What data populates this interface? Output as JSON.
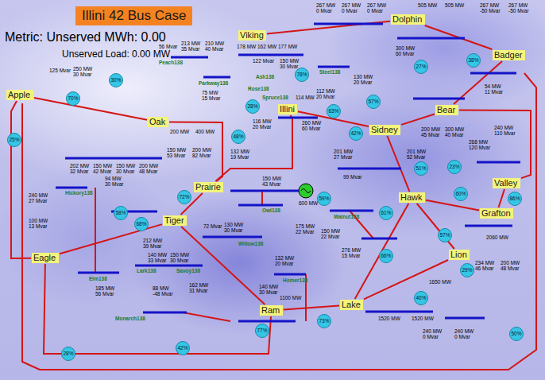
{
  "diagram": {
    "title": "Illini 42 Bus Case",
    "nodes": [
      {
        "text": [
          "Apple"
        ]
      },
      {
        "text": [
          "Viking"
        ]
      },
      {
        "text": [
          "Dolphin"
        ]
      },
      {
        "text": [
          "Oak"
        ]
      },
      {
        "text": [
          "Badger"
        ]
      },
      {
        "text": [
          "Illini"
        ]
      },
      {
        "text": [
          "Bear"
        ]
      },
      {
        "text": [
          "Sidney"
        ]
      },
      {
        "text": [
          "Valley"
        ]
      },
      {
        "text": [
          "Prairie"
        ]
      },
      {
        "text": [
          "Tiger"
        ]
      },
      {
        "text": [
          "Hawk"
        ]
      },
      {
        "text": [
          "Grafton"
        ]
      },
      {
        "text": [
          "Eagle"
        ]
      },
      {
        "text": [
          "Lion"
        ]
      },
      {
        "text": [
          "Lake"
        ]
      },
      {
        "text": [
          "Ram"
        ]
      }
    ],
    "edges": [
      {
        "from": 0,
        "to": 3,
        "arrow": "none"
      },
      {
        "from": 0,
        "to": 13,
        "arrow": "none"
      },
      {
        "from": 3,
        "to": 9,
        "arrow": "none"
      },
      {
        "from": 1,
        "to": 2,
        "arrow": "none"
      },
      {
        "from": 2,
        "to": 4,
        "arrow": "none"
      },
      {
        "from": 4,
        "to": 6,
        "arrow": "none"
      },
      {
        "from": 6,
        "to": 7,
        "arrow": "none"
      },
      {
        "from": 5,
        "to": 7,
        "arrow": "none"
      },
      {
        "from": 5,
        "to": 9,
        "arrow": "none"
      },
      {
        "from": 7,
        "to": 11,
        "arrow": "none"
      },
      {
        "from": 6,
        "to": 8,
        "arrow": "none"
      },
      {
        "from": 11,
        "to": 12,
        "arrow": "none"
      },
      {
        "from": 12,
        "to": 8,
        "arrow": "none"
      },
      {
        "from": 11,
        "to": 15,
        "arrow": "none"
      },
      {
        "from": 11,
        "to": 14,
        "arrow": "none"
      },
      {
        "from": 14,
        "to": 15,
        "arrow": "none"
      },
      {
        "from": 15,
        "to": 16,
        "arrow": "none"
      },
      {
        "from": 16,
        "to": 10,
        "arrow": "none"
      },
      {
        "from": 10,
        "to": 9,
        "arrow": "none"
      },
      {
        "from": 10,
        "to": 13,
        "arrow": "none"
      },
      {
        "from": 13,
        "to": 16,
        "arrow": "none"
      }
    ],
    "labels": [
      "Metric: Unserved MWh: 0.00",
      "Unserved Load: 0.00 MW",
      "Peach138",
      "Parkway138",
      "Ash138",
      "Rose138",
      "Spruce138",
      "Steel138",
      "Hickory138",
      "Owl138",
      "Walnut138",
      "Willow138",
      "Lark138",
      "Savoy138",
      "Elm138",
      "Monarch138",
      "Homer138",
      "125 Mvar",
      "250 MW 30 Mvar",
      "240 MW 27 Mvar",
      "100 MW 13 Mvar",
      "94 MW 30 Mvar",
      "202 MW 32 Mvar",
      "150 MW 42 Mvar",
      "150 MW 30 Mvar",
      "200 MW 48 Mvar",
      "150 MW 53 Mvar",
      "200 MW 82 Mvar",
      "200 MW",
      "400 MW",
      "56 Mvar",
      "213 MW 35 Mvar",
      "210 MW 40 Mvar",
      "75 MW 15 Mvar",
      "178 MW",
      "162 MW",
      "177 MW",
      "122 Mvar",
      "150 MW 30 Mvar",
      "267 MW 0 Mvar",
      "267 MW 0 Mvar",
      "267 MW 0 Mvar",
      "505 MW",
      "505 MW",
      "267 MW -50 Mvar",
      "267 MW -50 Mvar",
      "54 MW 11 Mvar",
      "300 MW 60 Mvar",
      "130 MW 20 Mvar",
      "114 MW",
      "112 MW 20 Mvar",
      "116 MW 20 Mvar",
      "260 MW 60 Mvar",
      "600 MW",
      "240 MW 110 Mvar",
      "268 MW 120 Mvar",
      "200 MW 45 Mvar",
      "300 MW 40 Mvar",
      "201 MW 27 Mvar",
      "201 MW 52 Mvar",
      "99 Mvar",
      "132 MW 19 Mvar",
      "150 MW 43 Mvar",
      "212 MW 39 Mvar",
      "140 MW 33 Mvar",
      "150 MW 30 Mvar",
      "72 Mvar",
      "130 MW 30 Mvar",
      "175 MW 22 Mvar",
      "150 MW 22 Mvar",
      "276 MW 15 Mvar",
      "132 MW 20 Mvar",
      "140 MW 30 Mvar",
      "1100 MW",
      "185 MW 56 Mvar",
      "88 MW -48 Mvar",
      "162 MW 31 Mvar",
      "2060 MW",
      "234 MW 46 Mvar",
      "200 MW 48 Mvar",
      "1650 MW",
      "1520 MW",
      "1520 MW",
      "240 MW 0 Mvar",
      "240 MW 0 Mvar",
      "25%",
      "30%",
      "70%",
      "78%",
      "27%",
      "38%",
      "57%",
      "63%",
      "28%",
      "48%",
      "42%",
      "51%",
      "23%",
      "86%",
      "60%",
      "57%",
      "29%",
      "40%",
      "66%",
      "61%",
      "59%",
      "72%",
      "68%",
      "58%",
      "77%",
      "73%",
      "50%",
      "42%",
      "28%"
    ]
  }
}
